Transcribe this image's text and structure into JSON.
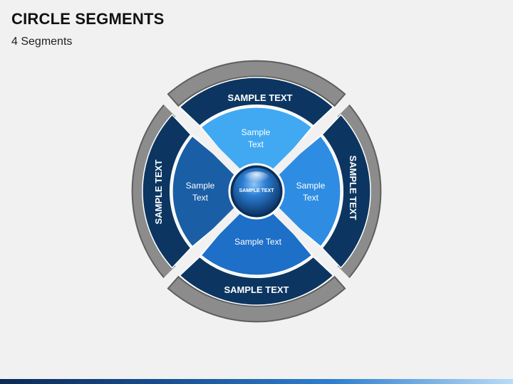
{
  "slide": {
    "title": "CIRCLE SEGMENTS",
    "subtitle": "4 Segments"
  },
  "diagram": {
    "center_label": "SAMPLE TEXT",
    "outer_segments": {
      "top": "SAMPLE TEXT",
      "right": "SAMPLE TEXT",
      "bottom": "SAMPLE TEXT",
      "left": "SAMPLE TEXT"
    },
    "inner_segments": {
      "top": [
        "Sample",
        "Text"
      ],
      "right": [
        "Sample",
        "Text"
      ],
      "bottom": [
        "Sample Text"
      ],
      "left": [
        "Sample",
        "Text"
      ]
    },
    "colors": {
      "background": "#f1f1f1",
      "ring_gray": "#8c8c8c",
      "ring_gray_border": "#5e5e5e",
      "outer_navy": "#0c3661",
      "inner_top": "#41a9f2",
      "inner_right": "#2e8de2",
      "inner_bottom": "#1d6fc8",
      "inner_left": "#1a5ea5",
      "center_dark": "#0c3f7a",
      "center_light": "#7ab8ee"
    }
  }
}
